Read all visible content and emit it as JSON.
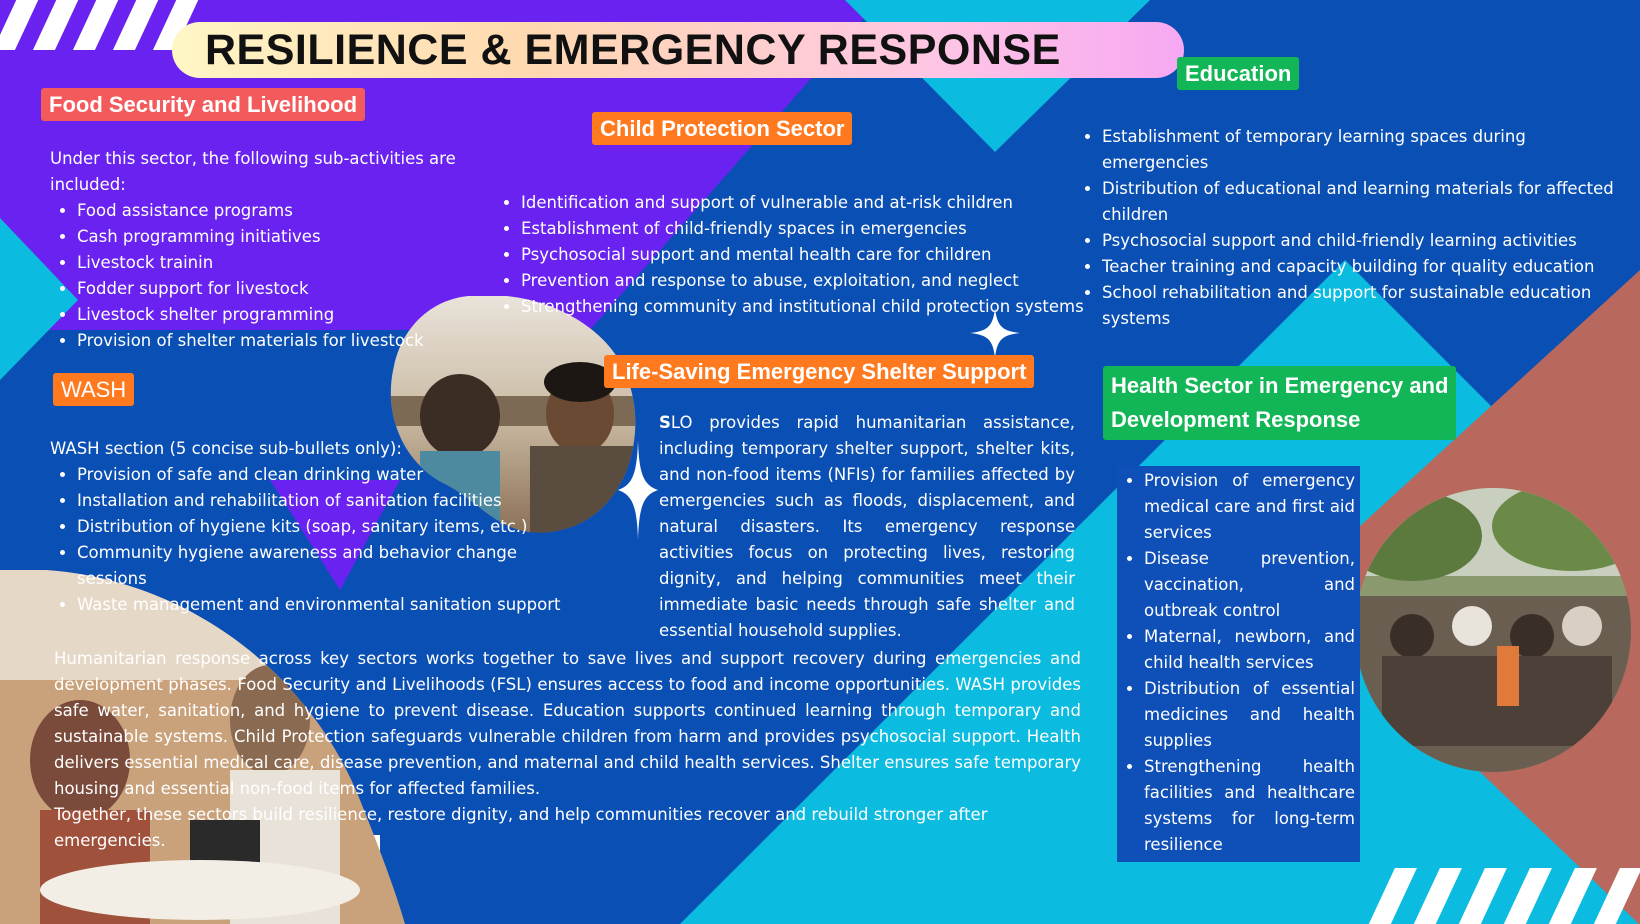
{
  "title": "RESILIENCE & EMERGENCY RESPONSE",
  "colors": {
    "background_blue": "#0a4fb4",
    "purple": "#6a22f0",
    "cyan": "#0bbbe0",
    "rust": "#b8685c",
    "tag_red": "#f35a5c",
    "tag_orange": "#ff7a1e",
    "tag_green": "#12b656"
  },
  "food_security": {
    "heading": "Food Security and Livelihood",
    "intro": "Under this sector, the following sub-activities are included:",
    "items": [
      "Food assistance programs",
      "Cash programming initiatives",
      "Livestock trainin",
      "Fodder support for livestock",
      "Livestock shelter programming",
      "Provision of shelter materials for livestock"
    ]
  },
  "child_protection": {
    "heading": "Child Protection Sector",
    "items": [
      "Identification and support of vulnerable and at-risk children",
      "Establishment of child-friendly spaces in emergencies",
      "Psychosocial support and mental health care for children",
      "Prevention and response to abuse, exploitation, and neglect",
      "Strengthening community and institutional child protection systems"
    ]
  },
  "education": {
    "heading": "Education",
    "items": [
      "Establishment of temporary learning spaces during emergencies",
      "Distribution of educational and learning materials for affected children",
      "Psychosocial support and child-friendly learning activities",
      "Teacher training and capacity building for quality education",
      "School rehabilitation and support for sustainable education systems"
    ]
  },
  "wash": {
    "heading": "WASH",
    "intro": "WASH section (5 concise sub-bullets only):",
    "items": [
      "Provision of safe and clean drinking water",
      "Installation and rehabilitation of sanitation facilities",
      "Distribution of hygiene kits (soap, sanitary items, etc.)",
      "Community hygiene awareness and behavior change sessions",
      "Waste management and environmental sanitation support"
    ]
  },
  "shelter": {
    "heading": "Life-Saving Emergency Shelter Support",
    "lead_letter": "S",
    "body": "LO provides rapid humanitarian assistance, including temporary shelter support, shelter kits, and non-food items (NFIs) for families affected by emergencies such as floods, displacement, and natural disasters. Its emergency response activities focus on protecting lives, restoring dignity, and helping communities meet their immediate basic needs through safe shelter and essential household supplies."
  },
  "health": {
    "heading_line1": "Health Sector in Emergency and",
    "heading_line2": "Development Response",
    "items": [
      "Provision of emergency medical care and first aid services",
      "Disease prevention, vaccination, and outbreak control",
      "Maternal, newborn, and child health services",
      "Distribution of essential medicines and health supplies",
      "Strengthening health facilities and healthcare systems for long-term resilience"
    ]
  },
  "summary": {
    "paragraph": "Humanitarian response across key sectors works together to save lives and support recovery during emergencies and development phases. Food Security and Livelihoods (FSL) ensures access to food and income opportunities. WASH provides safe water, sanitation, and hygiene to prevent disease. Education supports continued learning through temporary and sustainable systems. Child Protection safeguards vulnerable children from harm and provides psychosocial support. Health delivers essential medical care, disease prevention, and maternal and child health services. Shelter ensures safe temporary housing and essential non-food items for affected families.",
    "closing": "Together, these sectors build resilience, restore dignity, and help communities recover and rebuild stronger after emergencies."
  }
}
